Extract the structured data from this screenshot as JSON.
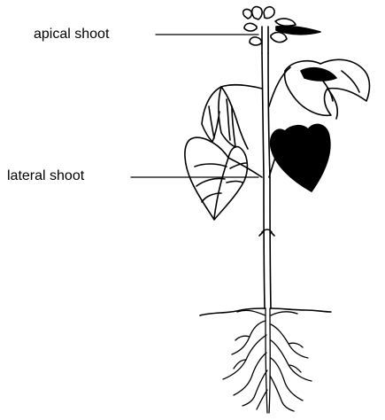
{
  "labels": {
    "apical_shoot": "apical shoot",
    "lateral_shoot": "lateral shoot"
  },
  "colors": {
    "ink": "#000000",
    "background": "#ffffff"
  },
  "illustration": {
    "subject": "plant-with-roots",
    "parts": [
      "apical-bud",
      "stem",
      "leaves",
      "lateral-branch",
      "soil-line",
      "roots"
    ]
  }
}
